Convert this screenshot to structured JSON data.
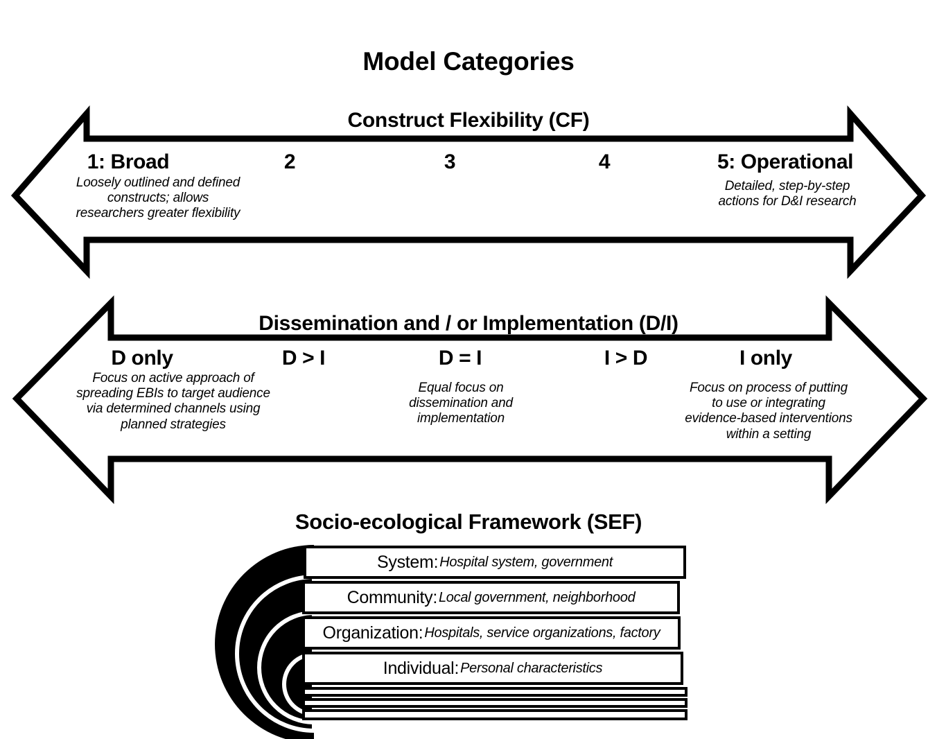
{
  "title": "Model Categories",
  "bands": [
    {
      "id": "cf",
      "title": "Construct Flexibility (CF)",
      "scale": [
        {
          "label": "1: Broad",
          "desc": "Loosely outlined and defined\nconstructs; allows\nresearchers greater flexibility"
        },
        {
          "label": "2",
          "desc": ""
        },
        {
          "label": "3",
          "desc": ""
        },
        {
          "label": "4",
          "desc": ""
        },
        {
          "label": "5: Operational",
          "desc": "Detailed, step-by-step\nactions for D&I research"
        }
      ]
    },
    {
      "id": "di",
      "title": "Dissemination and / or Implementation (D/I)",
      "scale": [
        {
          "label": "D only",
          "desc": "Focus on active approach of\nspreading EBIs to target audience\nvia determined channels using\nplanned strategies"
        },
        {
          "label": "D > I",
          "desc": ""
        },
        {
          "label": "D = I",
          "desc": "Equal focus on\ndissemination and\nimplementation"
        },
        {
          "label": "I > D",
          "desc": ""
        },
        {
          "label": "I only",
          "desc": "Focus on process of putting\nto use or integrating\nevidence-based interventions\nwithin a setting"
        }
      ]
    }
  ],
  "sef": {
    "title": "Socio-ecological Framework (SEF)",
    "levels": [
      {
        "name": "System",
        "separator": ":",
        "examples": "Hospital system, government"
      },
      {
        "name": "Community",
        "separator": ":",
        "examples": "Local government, neighborhood"
      },
      {
        "name": "Organization",
        "separator": ":",
        "examples": "Hospitals, service organizations, factory"
      },
      {
        "name": "Individual",
        "separator": ":",
        "examples": "Personal characteristics"
      }
    ],
    "blank_rows": 3,
    "circle_count": 4
  },
  "colors": {
    "background": "#ffffff",
    "stroke": "#000000",
    "fill": "#000000"
  }
}
